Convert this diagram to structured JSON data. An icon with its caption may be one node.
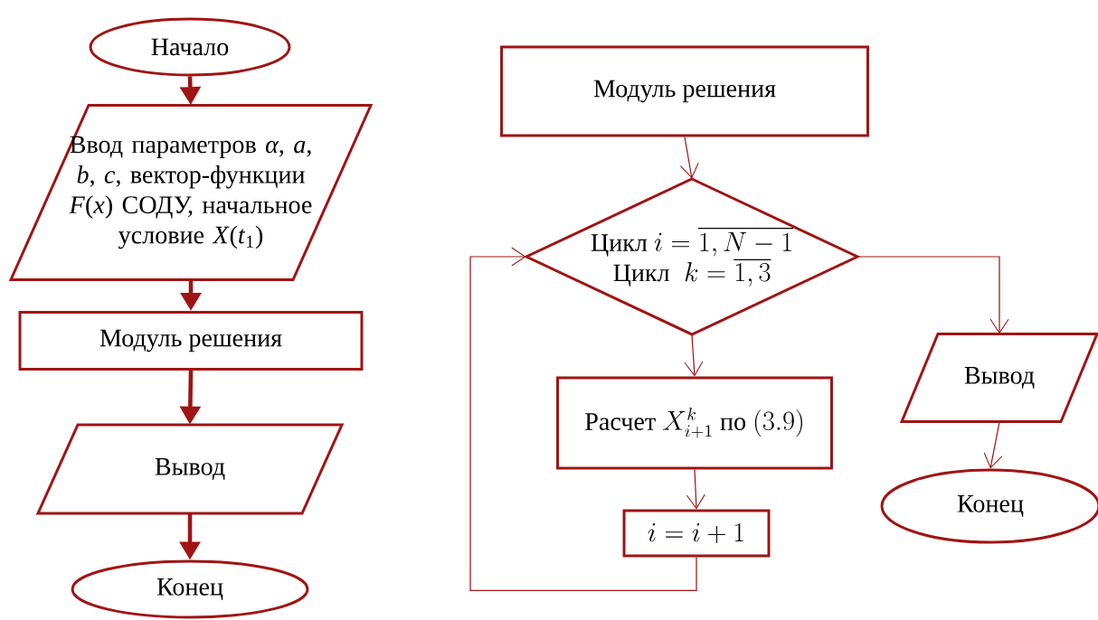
{
  "diagram": {
    "nodes": [
      {
        "text": [
          "Начало"
        ]
      },
      {
        "text": [
          "Ввод параметров *α*, *a*, *b*, *c*, вектор-функции *F*(*x*) СОДУ, начальное условие *X*(*t*$_{1}$)"
        ]
      },
      {
        "text": [
          "Модуль решения"
        ]
      },
      {
        "text": [
          "Вывод"
        ]
      },
      {
        "text": [
          "Конец"
        ]
      },
      {
        "text": [
          "Модуль решения"
        ]
      },
      {
        "text": [
          "\\text{Цикл } i=\\overline{1,N-1}",
          "\\text{Цикл }\\; k=\\overline{1,3}"
        ]
      },
      {
        "text": [
          "\\text{Расчет } X_{i+1}^{k} \\text{ по } (3.9)"
        ]
      },
      {
        "text": [
          "i=i+1"
        ]
      },
      {
        "text": [
          "Вывод"
        ]
      },
      {
        "text": [
          "Конец"
        ]
      }
    ],
    "edges": [
      {
        "from": 0,
        "to": 1,
        "arrow": "to",
        "style": "thick"
      },
      {
        "from": 1,
        "to": 2,
        "arrow": "to",
        "style": "thick"
      },
      {
        "from": 2,
        "to": 3,
        "arrow": "to",
        "style": "thick"
      },
      {
        "from": 3,
        "to": 4,
        "arrow": "to",
        "style": "thick"
      },
      {
        "from": 5,
        "to": 6,
        "arrow": "to"
      },
      {
        "from": 6,
        "to": 7,
        "arrow": "to"
      },
      {
        "from": 7,
        "to": 8,
        "arrow": "to"
      },
      {
        "from": 8,
        "to": 6,
        "arrow": "to"
      },
      {
        "from": 6,
        "to": 9,
        "arrow": "to"
      },
      {
        "from": 9,
        "to": 10,
        "arrow": "to"
      }
    ]
  }
}
